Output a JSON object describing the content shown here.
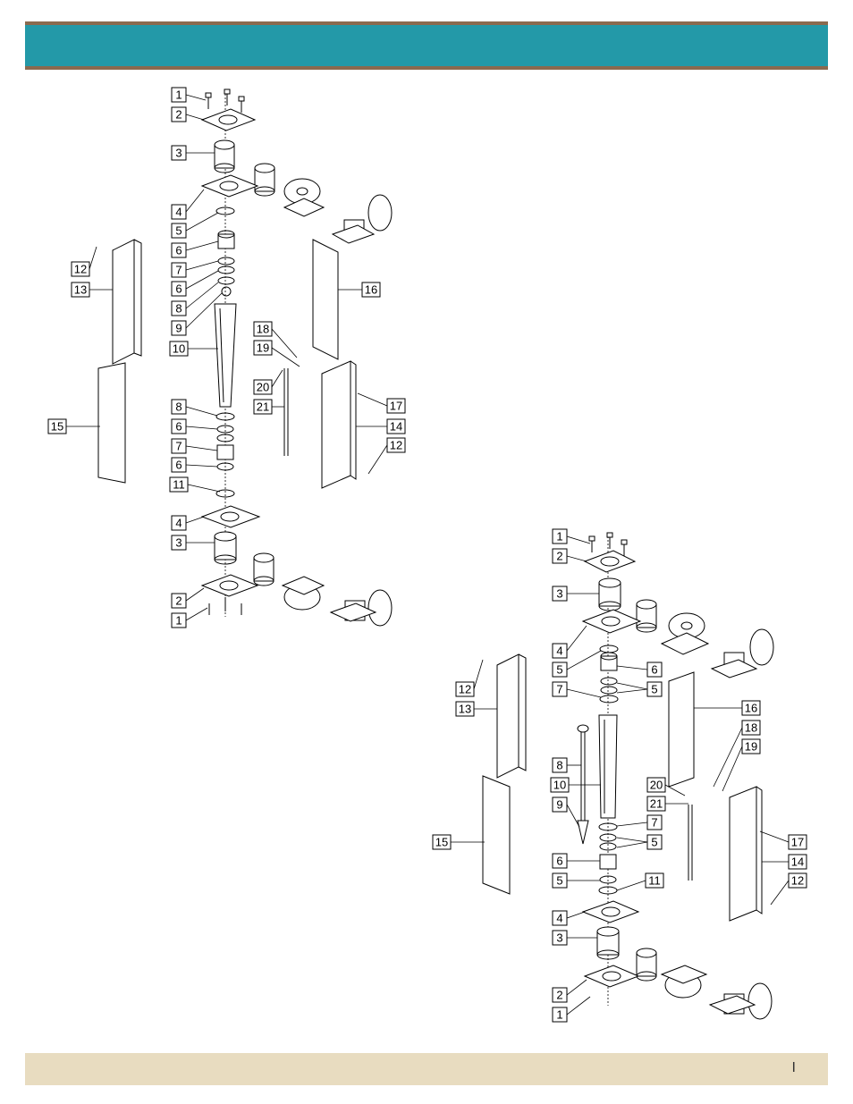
{
  "header": {
    "color": "#2399a8",
    "border": "#8a6a4f"
  },
  "footer": {
    "color": "#e8dcc0",
    "page_mark": "I"
  },
  "diagram_a": {
    "callouts": [
      "1",
      "2",
      "3",
      "4",
      "5",
      "6",
      "7",
      "6",
      "8",
      "9",
      "10",
      "8",
      "6",
      "7",
      "6",
      "11",
      "4",
      "3",
      "2",
      "1",
      "12",
      "13",
      "15",
      "16",
      "18",
      "19",
      "20",
      "21",
      "17",
      "14",
      "12"
    ]
  },
  "diagram_b": {
    "callouts": [
      "1",
      "2",
      "3",
      "4",
      "5",
      "6",
      "7",
      "5",
      "8",
      "10",
      "9",
      "7",
      "5",
      "6",
      "5",
      "11",
      "4",
      "3",
      "2",
      "1",
      "12",
      "13",
      "15",
      "16",
      "18",
      "19",
      "20",
      "21",
      "17",
      "14",
      "12"
    ]
  }
}
